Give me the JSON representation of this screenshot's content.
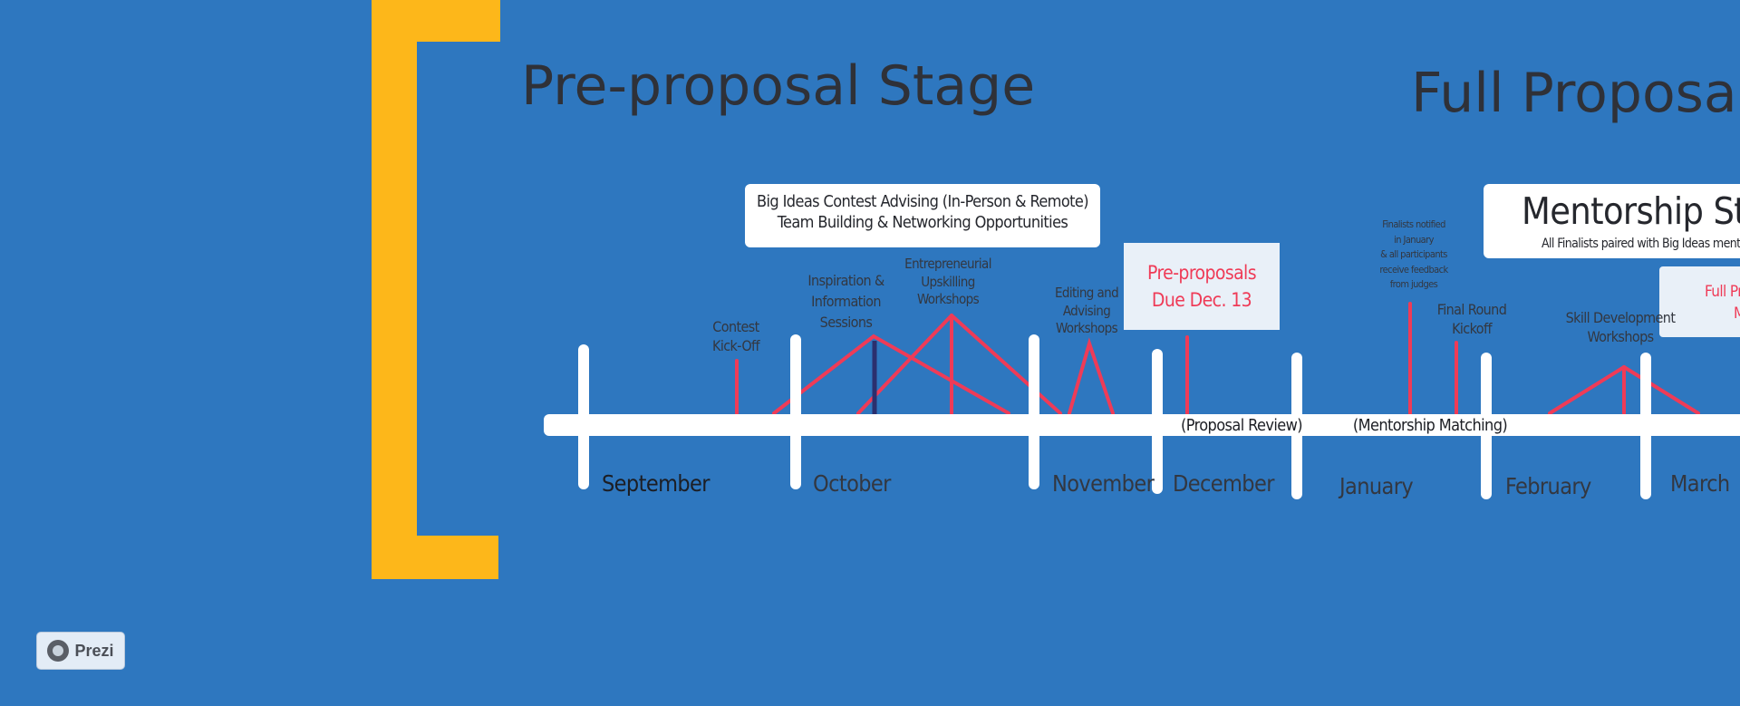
{
  "stages": {
    "pre_proposal": "Pre-proposal Stage",
    "full_proposal": "Full Proposal"
  },
  "advising_box": {
    "line1": "Big Ideas Contest Advising (In-Person & Remote)",
    "line2": "Team Building & Networking Opportunities"
  },
  "mentorship_box": {
    "title": "Mentorship Stag",
    "subtitle": "All Finalists paired with Big Ideas ment"
  },
  "deadline_box": {
    "line1": "Pre-proposals",
    "line2": "Due Dec. 13"
  },
  "full_box": {
    "line1": "Full Pr",
    "line2": "M"
  },
  "events": {
    "kickoff": [
      "Contest",
      "Kick-Off"
    ],
    "inspiration": [
      "Inspiration &",
      "Information",
      "Sessions"
    ],
    "upskilling": [
      "Entrepreneurial",
      "Upskilling",
      "Workshops"
    ],
    "editing": [
      "Editing and",
      "Advising",
      "Workshops"
    ],
    "finalists": [
      "Finalists notified",
      "in January",
      "& all participants",
      "receive feedback",
      "from judges"
    ],
    "final_round": [
      "Final Round",
      "Kickoff"
    ],
    "skill_dev": [
      "Skill Development",
      "Workshops"
    ]
  },
  "periods": {
    "proposal_review": "(Proposal Review)",
    "mentorship_matching": "(Mentorship Matching)"
  },
  "months": [
    "September",
    "October",
    "November",
    "December",
    "January",
    "February",
    "March"
  ],
  "badge": {
    "label": "Prezi",
    "icon": "prezi-logo-icon"
  },
  "colors": {
    "background": "#2e77bf",
    "bracket": "#fdb71a",
    "timeline": "#ffffff",
    "accent_red": "#ef3b57",
    "dark_line": "#2b2f6e"
  }
}
